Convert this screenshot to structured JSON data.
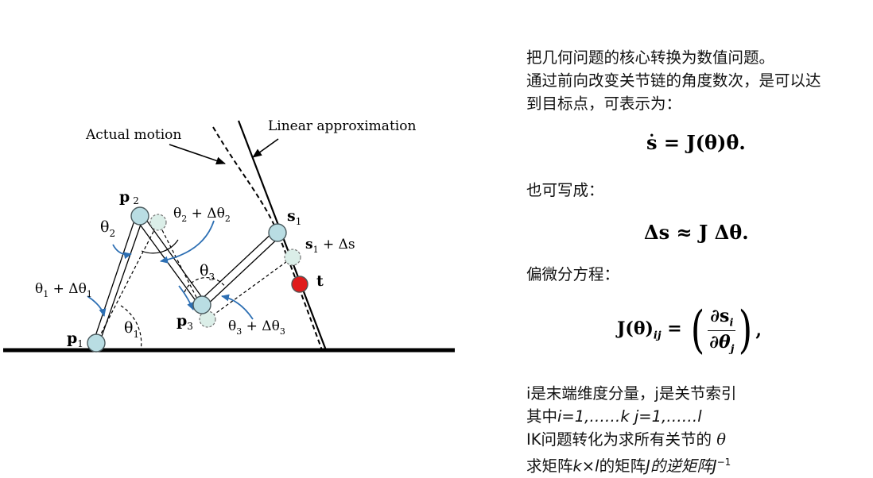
{
  "figure": {
    "labels": {
      "actual_motion": "Actual motion",
      "linear_approximation": "Linear approximation",
      "p1": "p",
      "p1_sub": "1",
      "p2": "p",
      "p2_sub": "2",
      "p3": "p",
      "p3_sub": "3",
      "s1": "s",
      "s1_sub": "1",
      "s1_plus_ds": "s",
      "s1_plus_ds_sub": "1",
      "s1_plus_ds_rest": " + Δs",
      "t": "t",
      "theta1": "θ",
      "theta1_sub": "1",
      "theta2": "θ",
      "theta2_sub": "2",
      "theta3": "θ",
      "theta3_sub": "3",
      "theta1_delta": "θ",
      "theta1_delta_sub": "1",
      "theta1_delta_rest": " + Δθ",
      "theta1_delta_sub2": "1",
      "theta2_delta": "θ",
      "theta2_delta_sub": "2",
      "theta2_delta_rest": " + Δθ",
      "theta2_delta_sub2": "2",
      "theta3_delta": "θ",
      "theta3_delta_sub": "3",
      "theta3_delta_rest": " + Δθ",
      "theta3_delta_sub2": "3"
    },
    "colors": {
      "joint_fill": "#b9dde3",
      "joint_stroke": "#4a5a5e",
      "target_fill": "#e01b1b",
      "arrow_blue": "#2d6fb3"
    }
  },
  "text": {
    "para1_line1": "把几何问题的核心转换为数值问题。",
    "para1_line2": "通过前向改变关节链的角度数次，是可以达",
    "para1_line3": "到目标点，可表示为：",
    "eq1": "ṡ = J(θ)θ̇.",
    "para2": "也可写成：",
    "eq2": "Δs ≈ J Δθ.",
    "para3": "偏微分方程：",
    "eq3_lhs": "J(θ)",
    "eq3_lhs_sub": "ij",
    "eq3_num": "∂s",
    "eq3_num_sub": "i",
    "eq3_den": "∂θ",
    "eq3_den_sub": "j",
    "eq3_tail": ",",
    "para4_line1": "i是末端维度分量，j是关节索引",
    "para4_line2_a": "其中",
    "para4_line2_b": "i=1,……k  j=1,……l",
    "para4_line3_a": "IK问题转化为求所有关节的 ",
    "para4_line3_b": "θ",
    "para4_line4_a": "求矩阵",
    "para4_line4_b": "k×l",
    "para4_line4_c": "的矩阵",
    "para4_line4_d": "J的逆矩阵",
    "para4_line4_e": "J",
    "para4_line4_sup": "−1"
  }
}
